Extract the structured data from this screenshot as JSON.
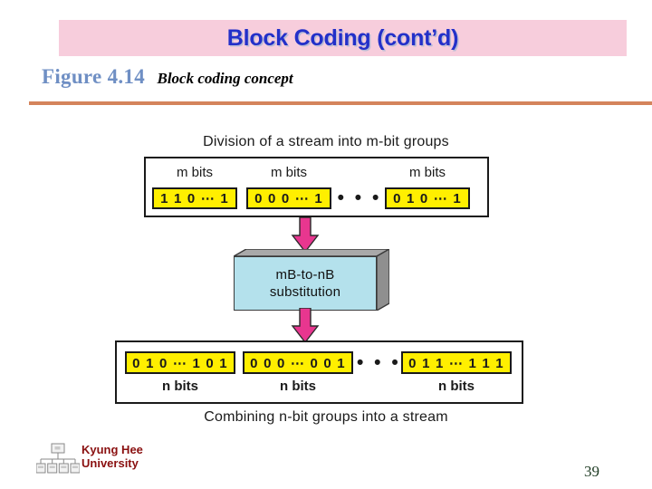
{
  "slide": {
    "title": "Block Coding (cont’d)",
    "title_bar_color": "#f7cddc",
    "title_text_color": "#2330c9",
    "rule_color": "#d4845c"
  },
  "caption": {
    "figure_label": "Figure 4.14",
    "figure_label_color": "#6f8fc4",
    "figure_title": "Block coding concept"
  },
  "diagram": {
    "top_headline": "Division of a stream into m-bit groups",
    "bottom_headline": "Combining n-bit groups into a stream",
    "ellipsis": "• • •",
    "chip_color": "#ffef00",
    "arrow_color": "#e8368f",
    "block_color": "#b4e1ec",
    "top_groups": [
      {
        "bits_label": "m bits",
        "value": "1 1 0 ⋯ 1"
      },
      {
        "bits_label": "m bits",
        "value": "0 0 0 ⋯ 1"
      },
      {
        "bits_label": "m bits",
        "value": "0 1 0 ⋯ 1"
      }
    ],
    "bottom_groups": [
      {
        "bits_label": "n bits",
        "value": "0 1 0 ⋯ 1 0 1"
      },
      {
        "bits_label": "n bits",
        "value": "0 0 0 ⋯ 0 0 1"
      },
      {
        "bits_label": "n bits",
        "value": "0 1 1 ⋯ 1 1 1"
      }
    ],
    "substitution_block": {
      "line1": "mB-to-nB",
      "line2": "substitution"
    }
  },
  "footer": {
    "university_line1": "Kyung Hee",
    "university_line2": "University",
    "university_color": "#8a1010",
    "page_number": "39"
  }
}
